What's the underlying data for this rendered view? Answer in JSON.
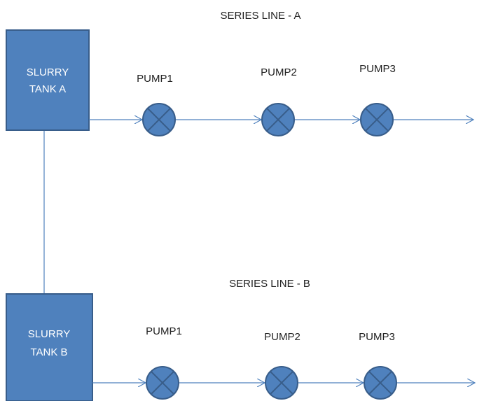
{
  "series_a": {
    "title": "SERIES LINE - A",
    "tank": {
      "line1": "SLURRY",
      "line2": "TANK A"
    },
    "pumps": [
      {
        "label": "PUMP1"
      },
      {
        "label": "PUMP2"
      },
      {
        "label": "PUMP3"
      }
    ]
  },
  "series_b": {
    "title": "SERIES LINE - B",
    "tank": {
      "line1": "SLURRY",
      "line2": "TANK B"
    },
    "pumps": [
      {
        "label": "PUMP1"
      },
      {
        "label": "PUMP2"
      },
      {
        "label": "PUMP3"
      }
    ]
  },
  "colors": {
    "fill": "#4f81bd",
    "stroke": "#385d8a"
  }
}
